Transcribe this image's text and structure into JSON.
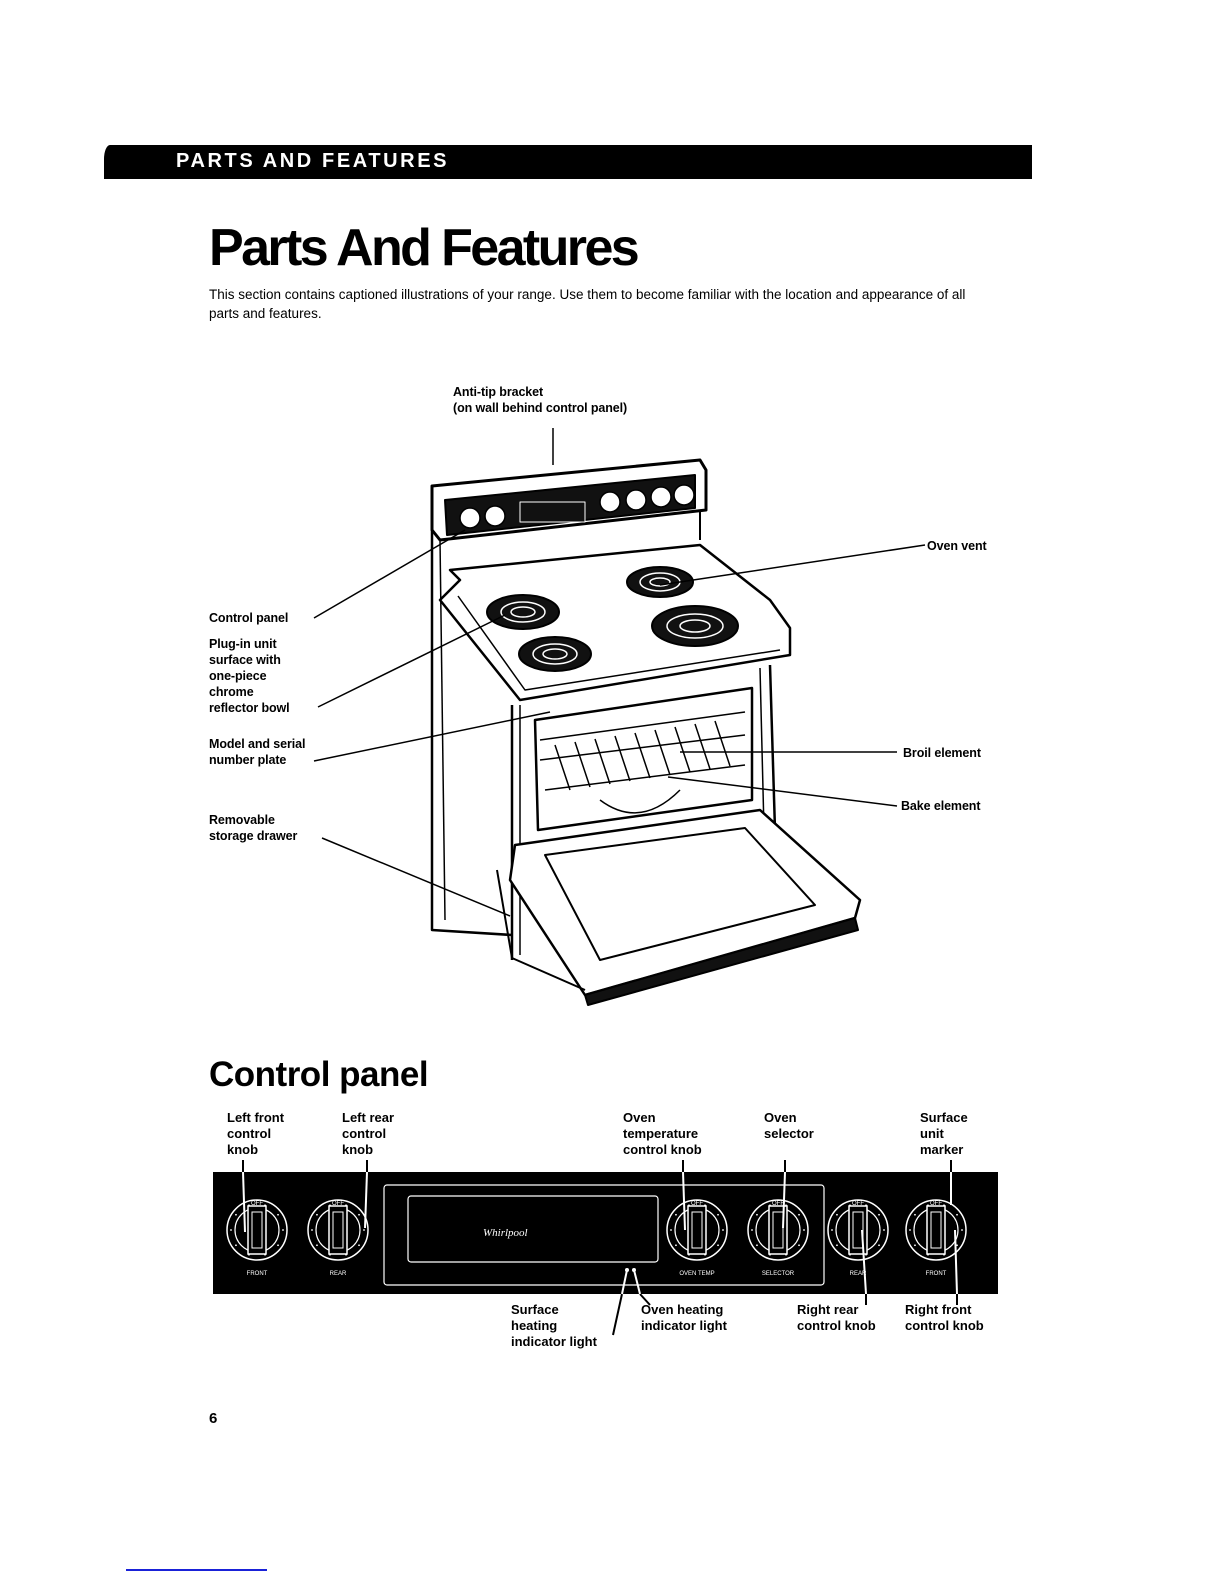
{
  "header": {
    "section_bar": "PARTS AND FEATURES"
  },
  "main": {
    "title": "Parts And Features",
    "intro": "This section contains captioned illustrations of your range. Use them to become familiar with the location and appearance of all parts and features."
  },
  "range_illustration": {
    "callouts": {
      "anti_tip": "Anti-tip bracket\n(on wall behind control panel)",
      "control_panel": "Control panel",
      "plug_in": "Plug-in unit\nsurface with\none-piece\nchrome\nreflector bowl",
      "model_serial": "Model and serial\nnumber plate",
      "storage_drawer": "Removable\nstorage drawer",
      "oven_vent": "Oven vent",
      "broil": "Broil element",
      "bake": "Bake element"
    }
  },
  "control_panel": {
    "heading": "Control panel",
    "top_labels": {
      "left_front": "Left front\ncontrol\nknob",
      "left_rear": "Left rear\ncontrol\nknob",
      "oven_temp": "Oven\ntemperature\ncontrol knob",
      "oven_selector": "Oven\nselector",
      "surface_marker": "Surface\nunit\nmarker"
    },
    "bottom_labels": {
      "surface_light": "Surface\nheating\nindicator light",
      "oven_light": "Oven heating\nindicator light",
      "right_rear": "Right rear\ncontrol knob",
      "right_front": "Right front\ncontrol knob"
    },
    "knob_captions": {
      "front_left": "FRONT",
      "rear_left": "REAR",
      "oven_temp": "OVEN TEMP",
      "selector": "SELECTOR",
      "rear_right": "REAR",
      "front_right": "FRONT"
    },
    "brand": "Whirlpool",
    "knob_off": "OFF"
  },
  "footer": {
    "page_number": "6"
  }
}
